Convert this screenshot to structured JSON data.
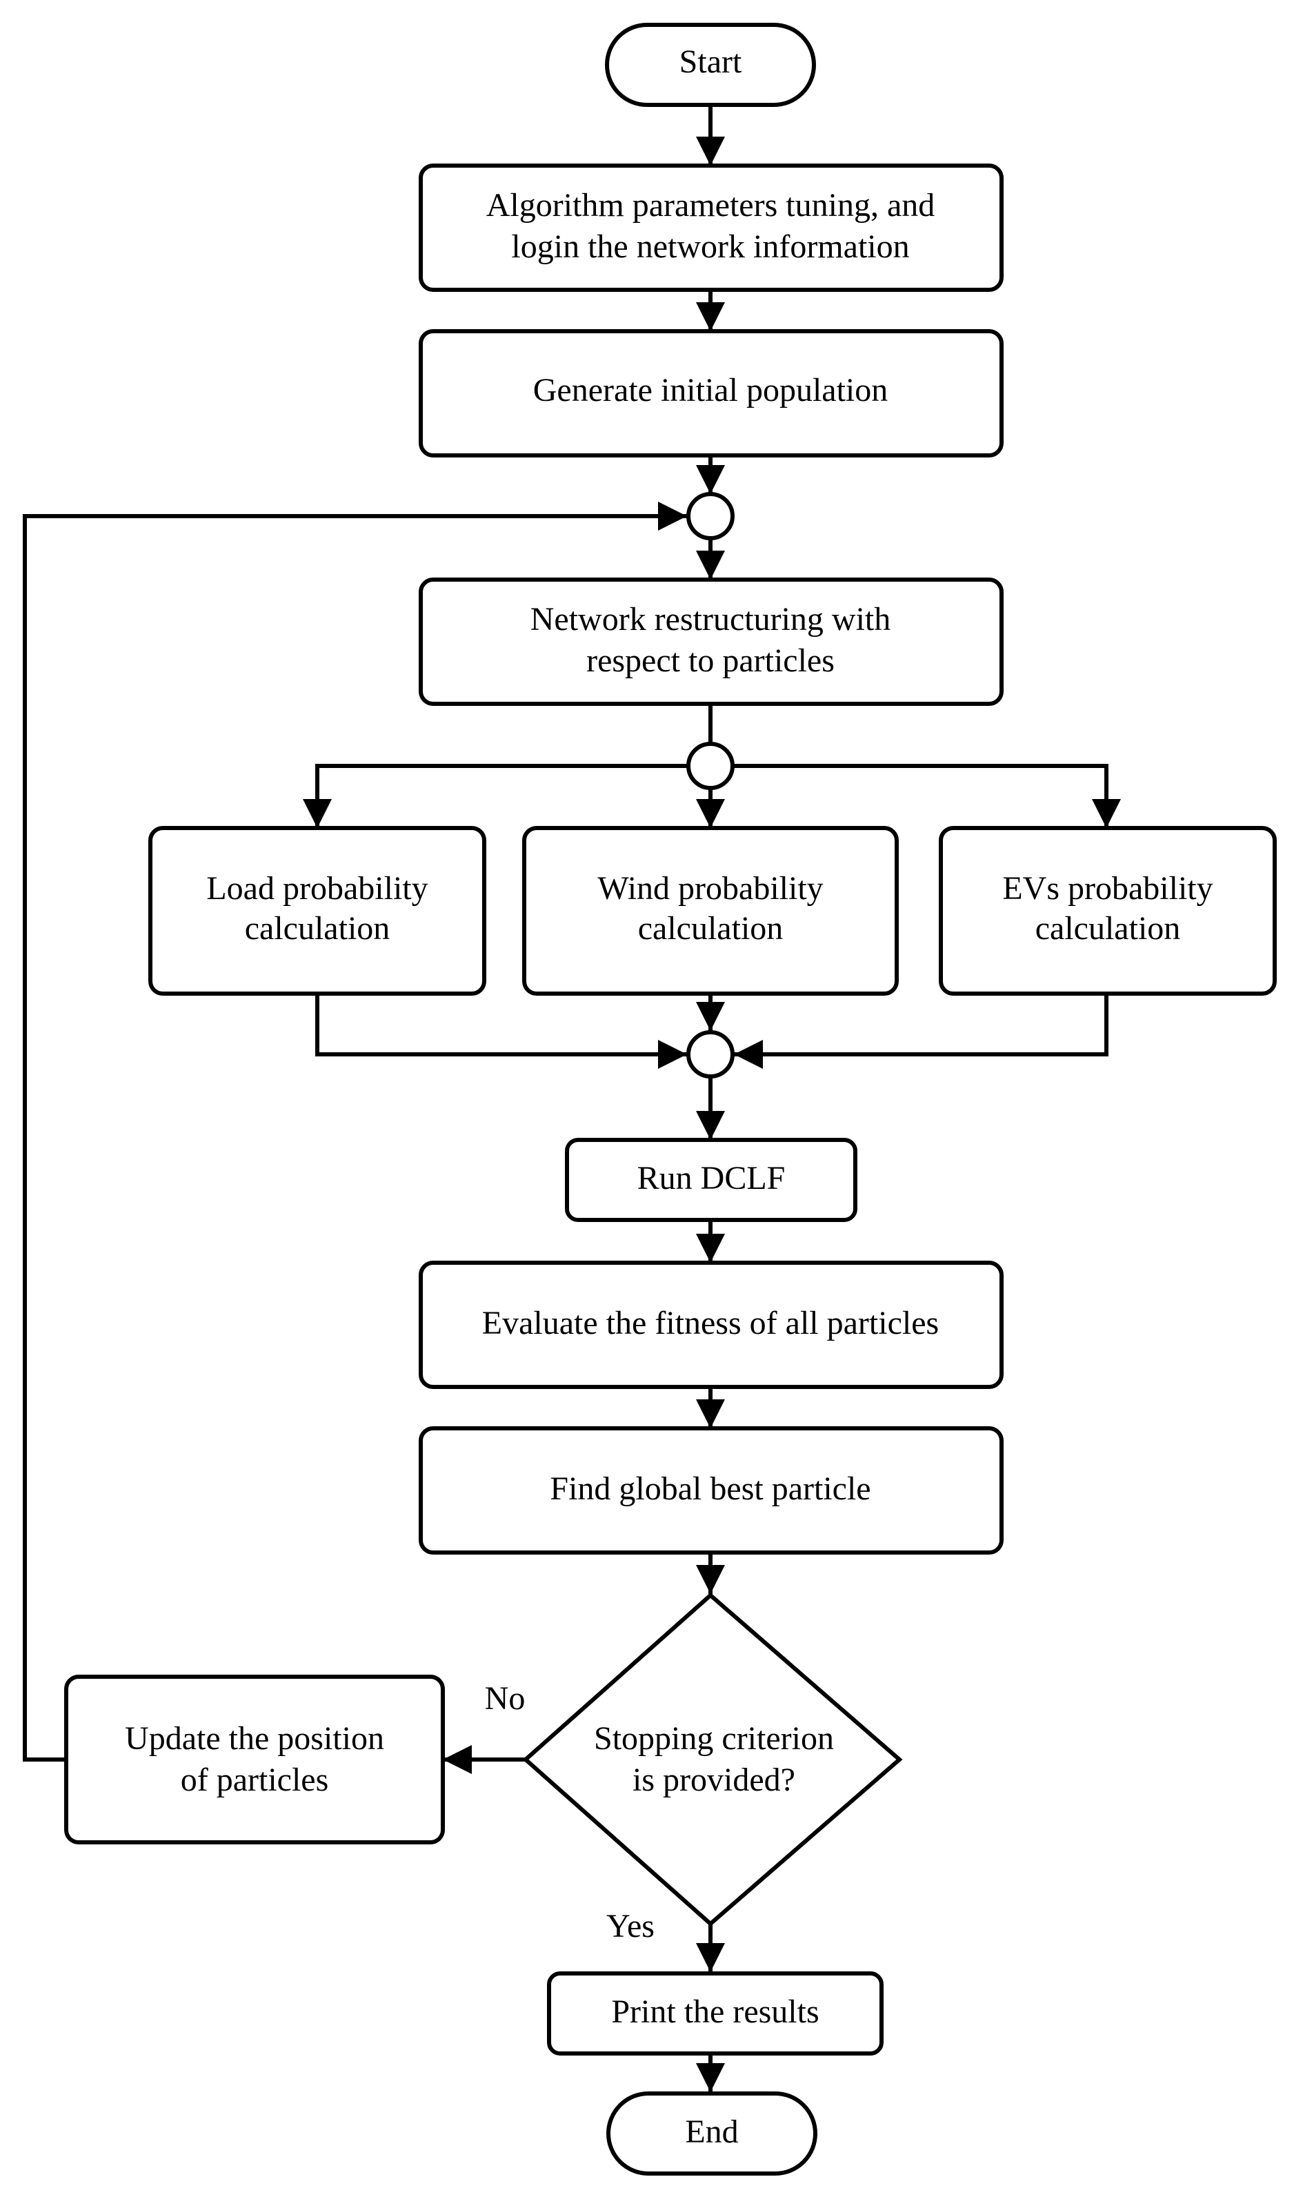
{
  "flowchart": {
    "start": "Start",
    "params": {
      "line1": "Algorithm parameters tuning, and",
      "line2": "login the network information"
    },
    "init_pop": "Generate initial population",
    "restructure": {
      "line1": "Network restructuring with",
      "line2": "respect to particles"
    },
    "load_prob": {
      "line1": "Load probability",
      "line2": "calculation"
    },
    "wind_prob": {
      "line1": "Wind probability",
      "line2": "calculation"
    },
    "ev_prob": {
      "line1": "EVs probability",
      "line2": "calculation"
    },
    "dclf": "Run DCLF",
    "fitness": "Evaluate the fitness of all particles",
    "global_best": "Find global best particle",
    "stop_check": {
      "line1": "Stopping criterion",
      "line2": "is provided?"
    },
    "update_pos": {
      "line1": "Update the position",
      "line2": "of particles"
    },
    "no_label": "No",
    "yes_label": "Yes",
    "print_results": "Print the results",
    "end": "End"
  },
  "colors": {
    "stroke": "#000000",
    "fill": "#ffffff"
  }
}
